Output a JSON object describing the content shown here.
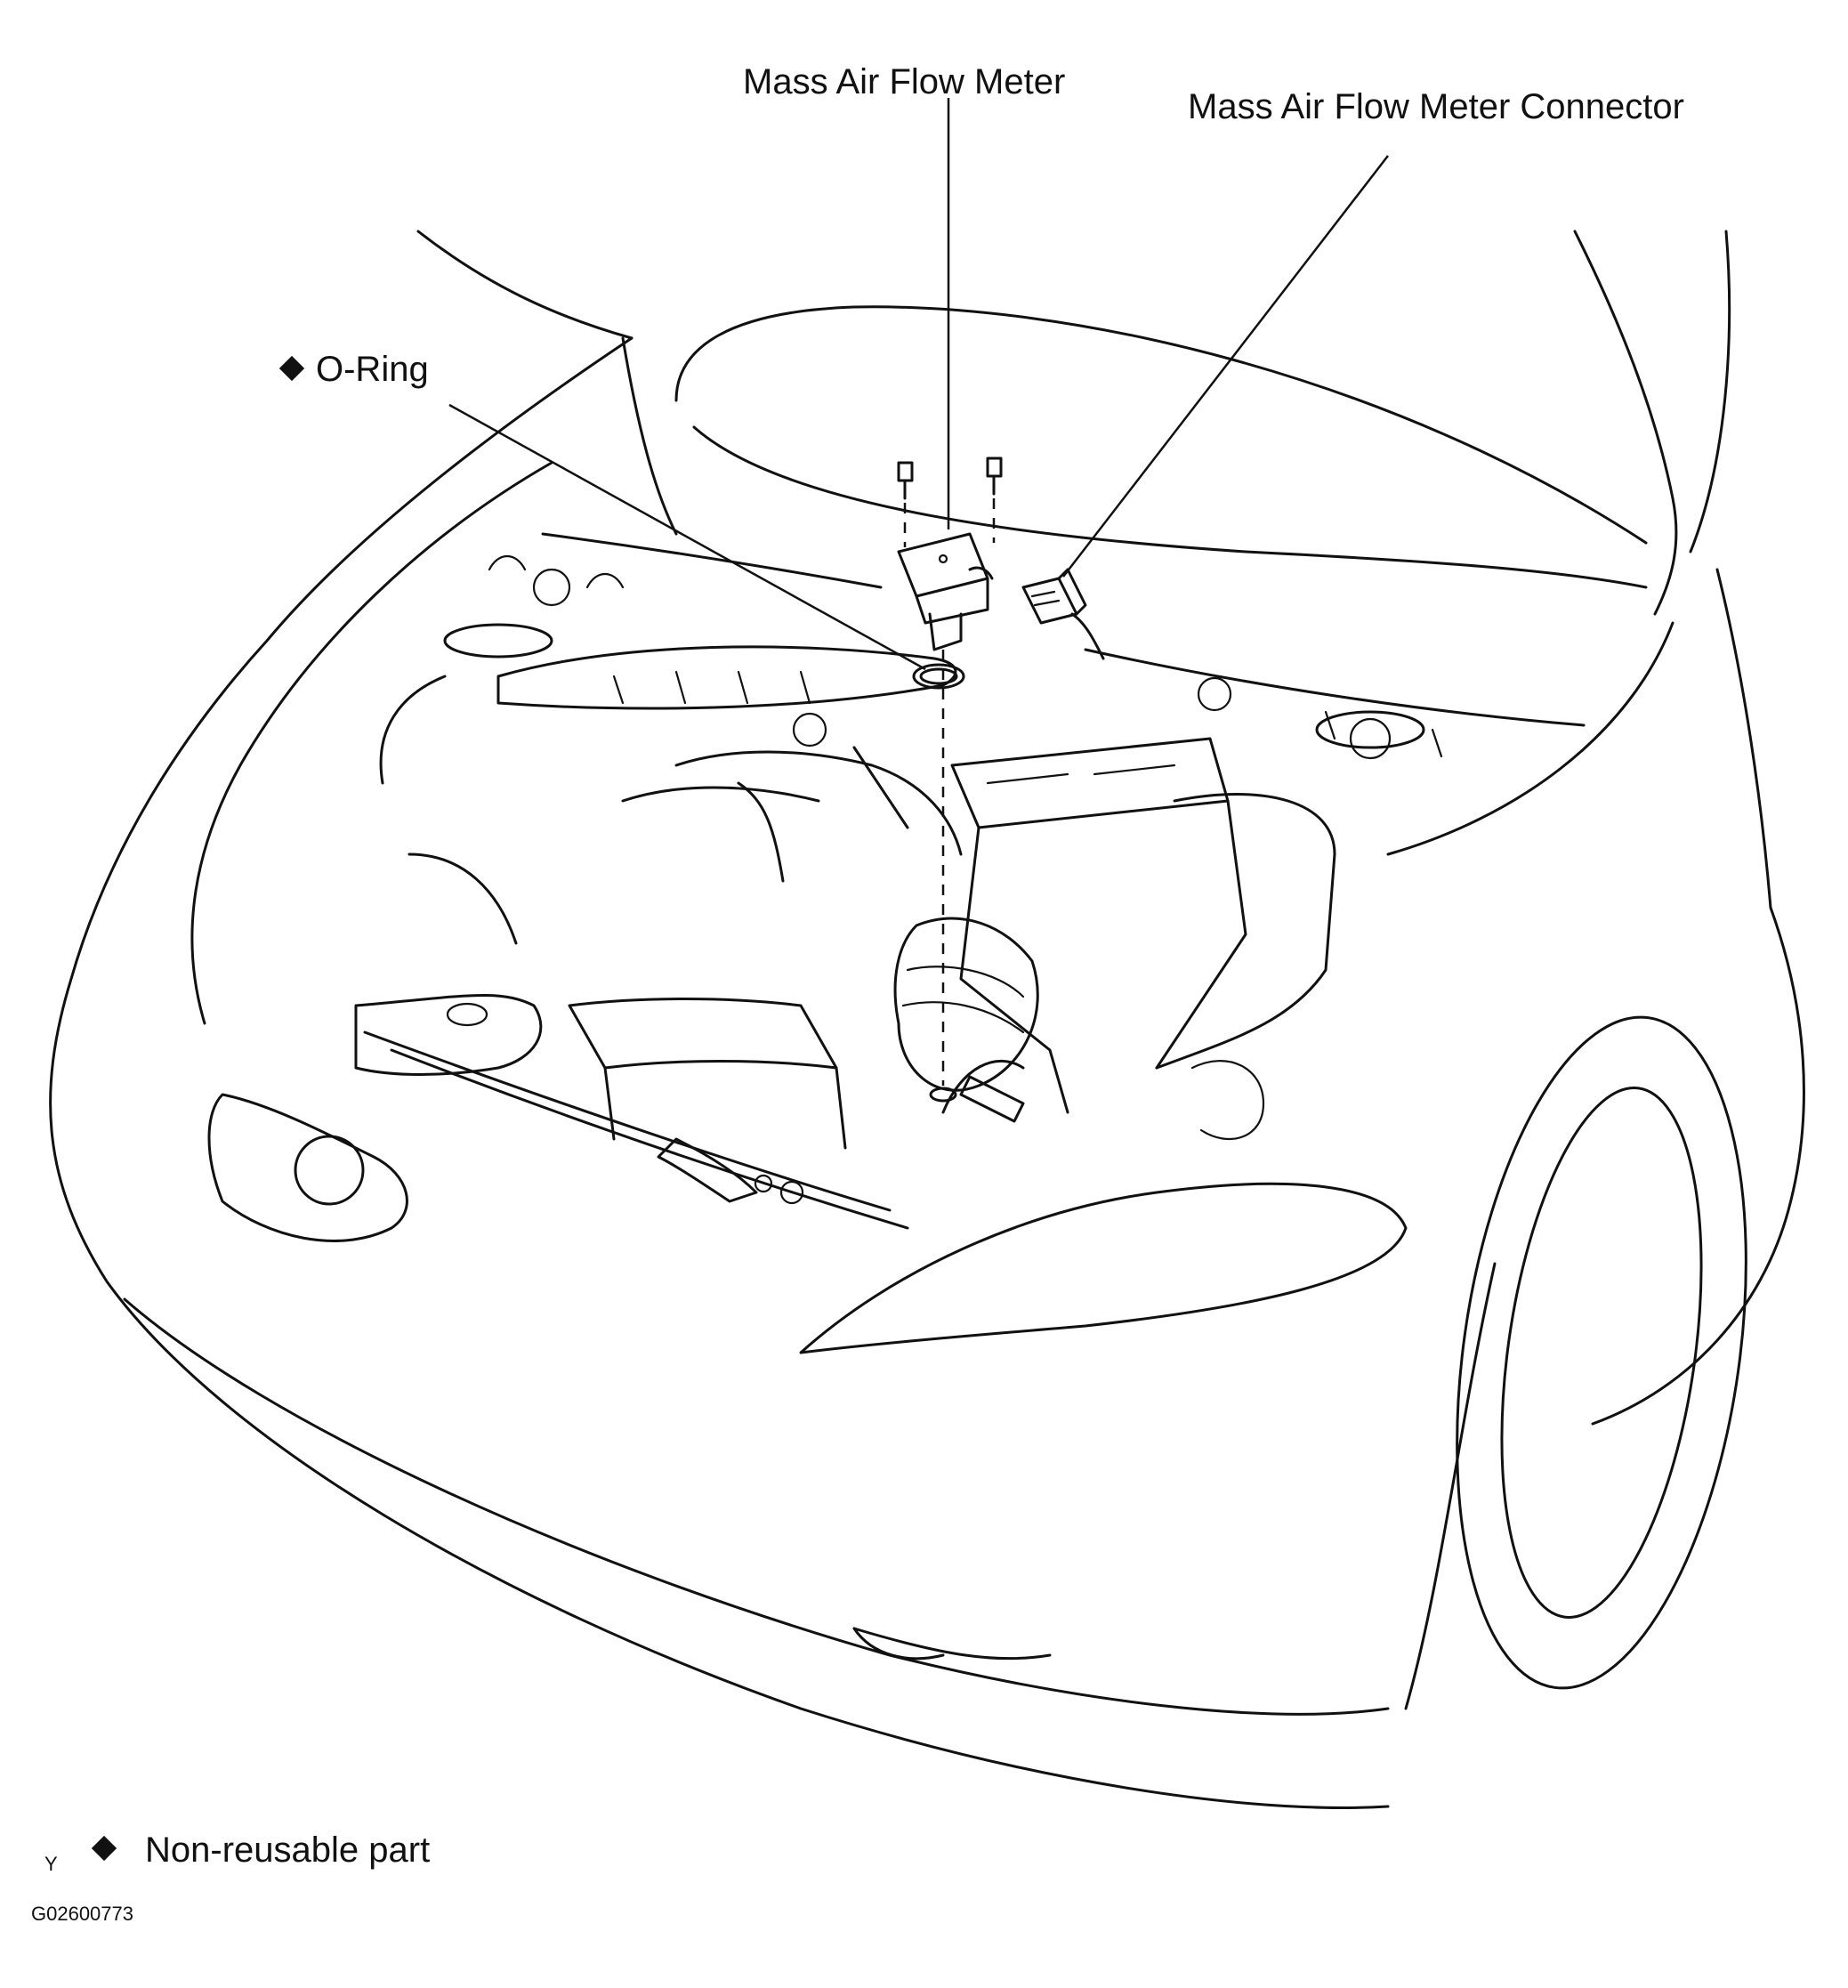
{
  "labels": {
    "maf_meter": "Mass Air Flow Meter",
    "maf_connector": "Mass Air Flow Meter Connector",
    "o_ring": "O-Ring"
  },
  "legend": {
    "symbol": "◆",
    "text": "Non-reusable part"
  },
  "footer": {
    "mark": "Y",
    "figure_code": "G02600773"
  }
}
